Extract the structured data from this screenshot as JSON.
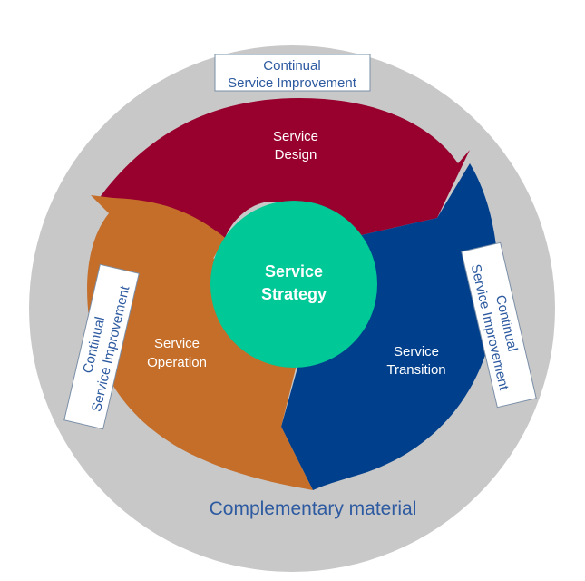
{
  "diagram": {
    "center": {
      "line1": "Service",
      "line2": "Strategy",
      "color": "#00c896"
    },
    "design": {
      "line1": "Service",
      "line2": "Design",
      "color": "#98002e"
    },
    "transition": {
      "line1": "Service",
      "line2": "Transition",
      "color": "#003f8c"
    },
    "operation": {
      "line1": "Service",
      "line2": "Operation",
      "color": "#c46e2a"
    },
    "outer_ring_color": "#c8c8c8",
    "improvement_top": {
      "line1": "Continual",
      "line2": "Service Improvement"
    },
    "improvement_left": {
      "line1": "Continual",
      "line2": "Service Improvement"
    },
    "improvement_right": {
      "line1": "Continual",
      "line2": "Service Improvement"
    },
    "complementary": "Complementary material",
    "text_color": "#2d5aa0"
  }
}
